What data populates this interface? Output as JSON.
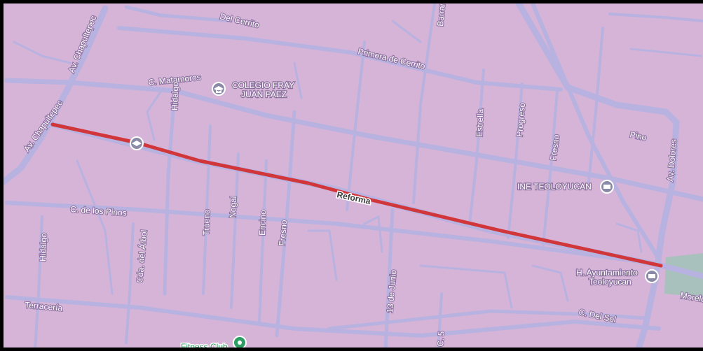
{
  "map": {
    "route": {
      "label": "Reforma",
      "color": "#d1363a"
    },
    "colors": {
      "background": "#d6b4d8",
      "street": "#b8b2e0",
      "park": "#a9c1bd",
      "poi_icon": "#8a8aa8",
      "fitness_icon": "#2e9d63"
    },
    "streets": {
      "del_cerrito": "Del Cerrito",
      "primera_de_cerrito": "Primera de Cerrito",
      "barranca": "Barranca",
      "av_chapultepec_top": "Av. Chapultepec",
      "av_chapultepec_left": "Av. Chapultepec",
      "c_matamoros": "C. Matamoros",
      "hidalgo_top": "Hidalgo",
      "estrella": "Estrella",
      "progreso": "Progreso",
      "fresno_top": "Fresno",
      "pino": "Pino",
      "av_dolores": "Av. Dolores",
      "c_de_los_pinos": "C. de los Pinos",
      "hidalgo_bottom": "Hidalgo",
      "cda_del_arbol": "Cda. del Árbol",
      "trueno": "Trueno",
      "nogal": "Nogal",
      "encino": "Encino",
      "fresno_bottom": "Fresno",
      "trece_de_junio": "13 de Junio",
      "c_del_sol": "C. Del Sol",
      "terraceria": "Terracería",
      "c_5": "C. 5",
      "morelos": "Morelos"
    },
    "pois": {
      "colegio_line1": "COLEGIO FRAY",
      "colegio_line2": "JUAN PAEZ",
      "ine": "INE TEOLOYUCAN",
      "ayuntamiento_line1": "H. Ayuntamiento",
      "ayuntamiento_line2": "Teoloyucan",
      "fitness": "Fitness Club"
    },
    "icons": {
      "school": "school-icon",
      "government": "government-building-icon",
      "fitness": "fitness-pin-icon"
    }
  }
}
